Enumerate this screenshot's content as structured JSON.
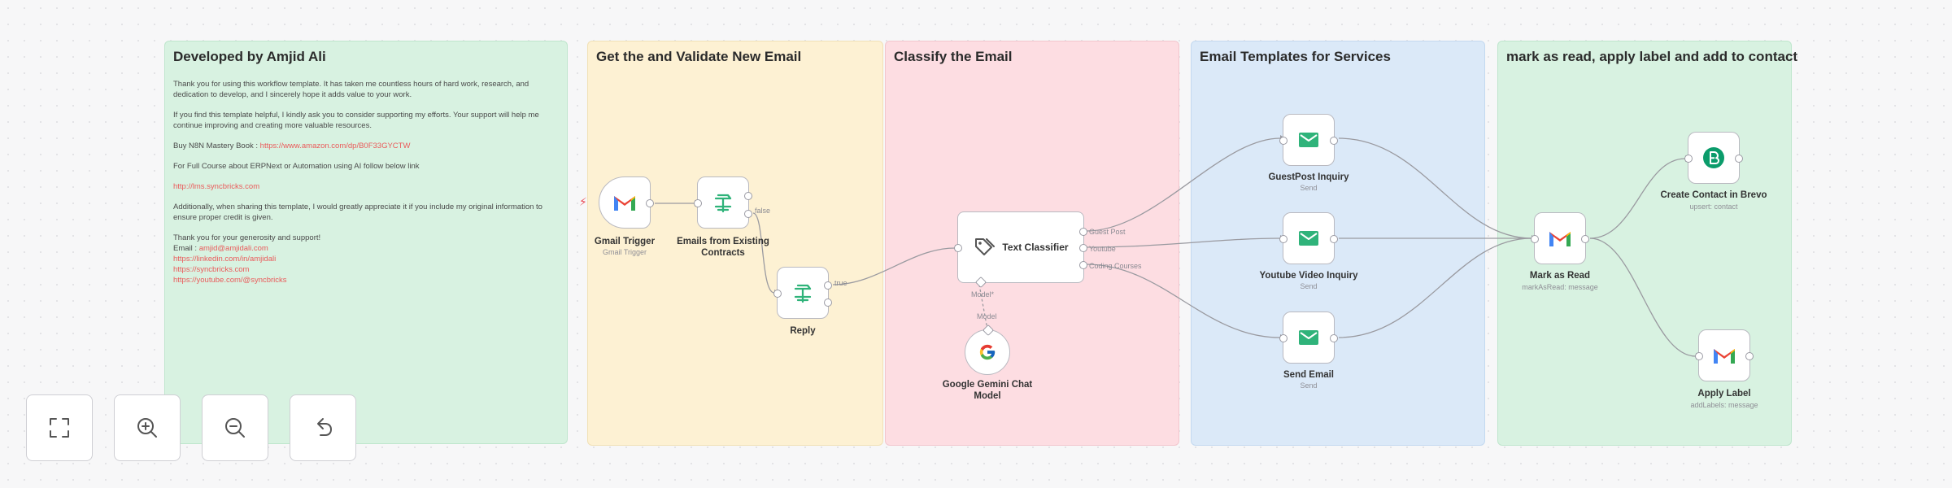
{
  "stickies": {
    "developer": {
      "title": "Developed by Amjid Ali",
      "p1": "Thank you for using this workflow template. It has taken me countless hours of hard work, research, and dedication to develop, and I sincerely hope it adds value to your work.",
      "p2": "If you find this template helpful, I kindly ask you to consider supporting my efforts. Your support will help me continue improving and creating more valuable resources.",
      "p3_prefix": "Buy N8N Mastery Book : ",
      "p3_link": "https://www.amazon.com/dp/B0F33GYCTW",
      "p4": "For Full Course about ERPNext or Automation using AI follow below link",
      "p5_link": "http://lms.syncbricks.com",
      "p6": "Additionally, when sharing this template, I would greatly appreciate it if you include my original information to ensure proper credit is given.",
      "p7": "Thank you for your generosity and support!",
      "email_prefix": "Email : ",
      "email_link": "amjid@amjidali.com",
      "link_linkedin": "https://linkedin.com/in/amjidali",
      "link_sync": "https://syncbricks.com",
      "link_youtube": "https://youtube.com/@syncbricks"
    },
    "get_validate": {
      "title": "Get the and Validate New Email"
    },
    "classify": {
      "title": "Classify the Email"
    },
    "templates": {
      "title": "Email Templates for Services"
    },
    "mark": {
      "title": "mark as read, apply label and add to contact"
    }
  },
  "nodes": {
    "gmail_trigger": {
      "label": "Gmail Trigger",
      "sub": "Gmail Trigger"
    },
    "emails_existing": {
      "label": "Emails from Existing Contracts",
      "port_false": "false"
    },
    "reply": {
      "label": "Reply",
      "port_true": "true"
    },
    "text_classifier": {
      "label": "Text Classifier",
      "out_guest": "Guest Post",
      "out_youtube": "Youtube",
      "out_coding": "Coding Courses",
      "model_port": "Model*"
    },
    "gemini": {
      "label": "Google Gemini Chat Model",
      "port": "Model"
    },
    "guestpost": {
      "label": "GuestPost Inquiry",
      "sub": "Send"
    },
    "youtube": {
      "label": "Youtube Video Inquiry",
      "sub": "Send"
    },
    "send_email": {
      "label": "Send Email",
      "sub": "Send"
    },
    "mark_read": {
      "label": "Mark as Read",
      "sub": "markAsRead: message"
    },
    "brevo": {
      "label": "Create Contact in Brevo",
      "sub": "upsert: contact"
    },
    "apply_label": {
      "label": "Apply Label",
      "sub": "addLabels: message"
    }
  },
  "colors": {
    "sticky_green": "#d8f2e1",
    "sticky_yellow": "#fdf1d3",
    "sticky_pink": "#fddde2",
    "sticky_blue": "#dbe9f8",
    "gmail_red": "#ea4335",
    "node_green": "#2fb37a",
    "brevo_green": "#0b9c6b",
    "link_red": "#ea5a5a"
  },
  "icons": [
    "gmail-icon",
    "filter-icon",
    "tag-icon",
    "google-icon",
    "email-send-icon",
    "brevo-icon",
    "fullscreen-icon",
    "zoom-in-icon",
    "zoom-out-icon",
    "reset-icon",
    "lightning-icon"
  ]
}
